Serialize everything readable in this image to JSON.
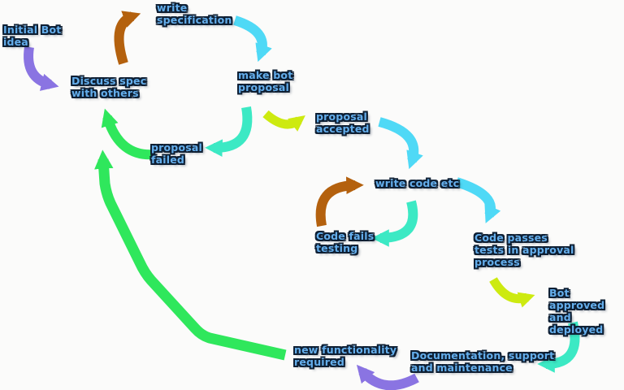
{
  "diagram": {
    "description": "Bot development lifecycle flowchart",
    "nodes": {
      "initial_bot_idea": {
        "label": "Initial Bot\nidea"
      },
      "write_specification": {
        "label": "write\nspecification"
      },
      "discuss_spec": {
        "label": "Discuss spec\nwith others"
      },
      "make_bot_proposal": {
        "label": "make bot\nproposal"
      },
      "proposal_accepted": {
        "label": "proposal\naccepted"
      },
      "proposal_failed": {
        "label": "proposal\nfailed"
      },
      "write_code": {
        "label": "write code etc"
      },
      "code_fails": {
        "label": "Code fails\ntesting"
      },
      "code_passes": {
        "label": "Code passes\ntests in approval\nprocess"
      },
      "bot_approved": {
        "label": "Bot approved\nand deployed"
      },
      "documentation": {
        "label": "Documentation, support\nand maintenance"
      },
      "new_functionality": {
        "label": "new functionality\nrequired"
      }
    },
    "edges": [
      {
        "from": "initial_bot_idea",
        "to": "discuss_spec",
        "color": "purple"
      },
      {
        "from": "discuss_spec",
        "to": "write_specification",
        "color": "brown"
      },
      {
        "from": "write_specification",
        "to": "make_bot_proposal",
        "color": "cyan"
      },
      {
        "from": "make_bot_proposal",
        "to": "proposal_accepted",
        "color": "yellow_green"
      },
      {
        "from": "make_bot_proposal",
        "to": "proposal_failed",
        "color": "teal"
      },
      {
        "from": "proposal_failed",
        "to": "discuss_spec",
        "color": "green"
      },
      {
        "from": "proposal_accepted",
        "to": "write_code",
        "color": "cyan"
      },
      {
        "from": "write_code",
        "to": "code_passes",
        "color": "cyan"
      },
      {
        "from": "write_code",
        "to": "code_fails",
        "color": "teal"
      },
      {
        "from": "code_fails",
        "to": "write_code",
        "color": "brown"
      },
      {
        "from": "code_passes",
        "to": "bot_approved",
        "color": "yellow_green"
      },
      {
        "from": "bot_approved",
        "to": "documentation",
        "color": "teal"
      },
      {
        "from": "documentation",
        "to": "new_functionality",
        "color": "purple"
      },
      {
        "from": "new_functionality",
        "to": "discuss_spec",
        "color": "green"
      }
    ],
    "colors": {
      "purple": "#8a74e2",
      "brown": "#b4610e",
      "cyan": "#4fd9f6",
      "teal": "#3ce9c4",
      "green": "#2fe75c",
      "yellow_green": "#cdea10",
      "label_text": "#64aeec",
      "label_outline": "#0e1f33",
      "background": "#fbfbfa"
    }
  }
}
